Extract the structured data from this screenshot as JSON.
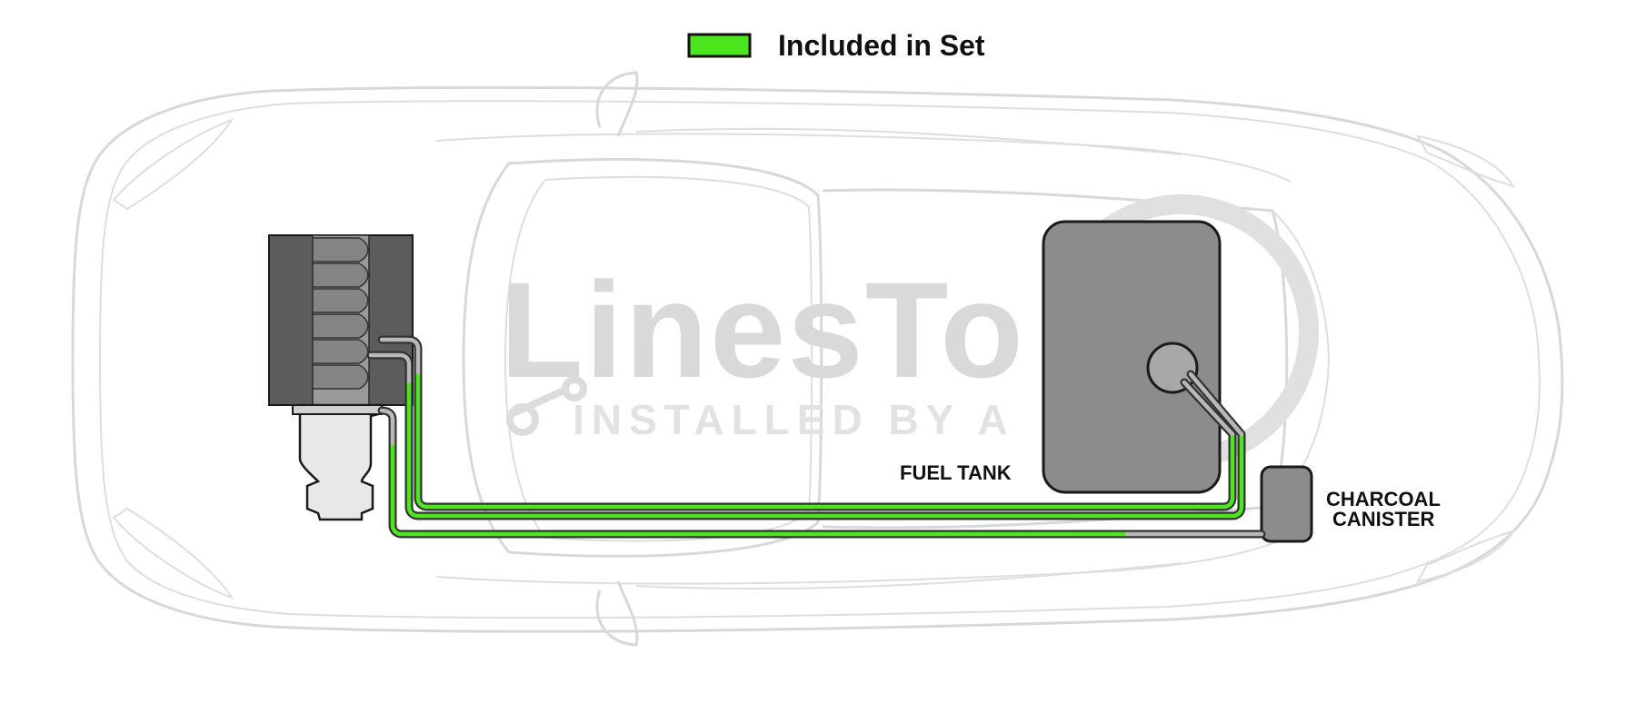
{
  "legend": {
    "label": "Included in Set",
    "swatch_color": "#4ce61e"
  },
  "watermark": {
    "brand": "LinesTo",
    "tagline": "INSTALLED BY A"
  },
  "labels": {
    "fuel_tank": "FUEL TANK",
    "canister_line1": "CHARCOAL",
    "canister_line2": "CANISTER"
  },
  "colors": {
    "line_included": "#4ce61e",
    "line_outline": "#333333",
    "component_fill": "#8c8c8c",
    "component_stroke": "#1a1a1a",
    "car_outline": "#d8d8d8"
  }
}
